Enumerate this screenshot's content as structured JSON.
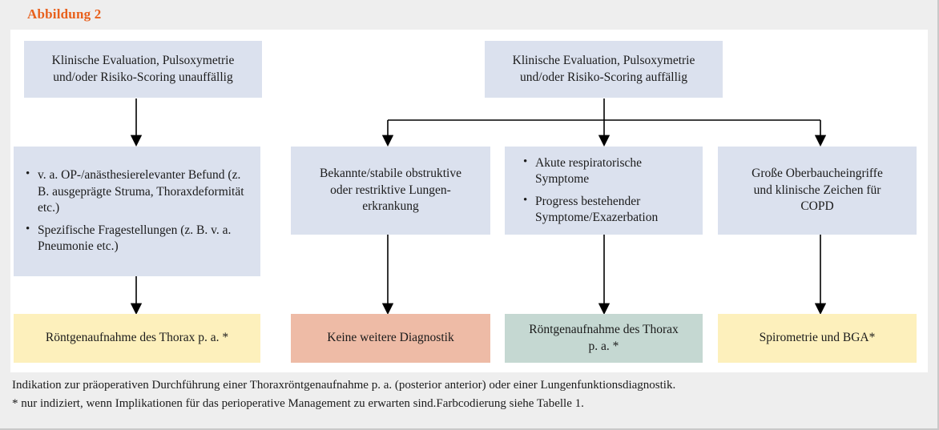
{
  "figure": {
    "title": "Abbildung 2",
    "title_color": "#e8601c"
  },
  "colors": {
    "blue": "#dbe1ee",
    "yellow": "#fdf0bc",
    "salmon": "#eebba6",
    "teal": "#c5d8d2",
    "page_background": "#eeeeee",
    "canvas": "#ffffff",
    "arrow": "#000000"
  },
  "nodes": {
    "root_left": {
      "line1": "Klinische Evaluation, Pulsoxymetrie",
      "line2": "und/oder Risiko-Scoring unauffällig",
      "color": "blue"
    },
    "root_right": {
      "line1": "Klinische Evaluation, Pulsoxymetrie",
      "line2": "und/oder Risiko-Scoring auffällig",
      "color": "blue"
    },
    "mid1": {
      "color": "blue",
      "bullets": [
        "v. a. OP-/anästhesierelevanter Befund (z. B. ausgeprägte Struma, Thoraxdeformität etc.)",
        "Spezifische Fragestellungen (z. B. v. a. Pneumonie etc.)"
      ]
    },
    "mid2": {
      "color": "blue",
      "line1": "Bekannte/stabile obstruktive",
      "line2": "oder restriktive Lungen-",
      "line3": "erkrankung"
    },
    "mid3": {
      "color": "blue",
      "bullets": [
        "Akute respiratorische Symptome",
        "Progress bestehender Symptome/Exazerbation"
      ]
    },
    "mid4": {
      "color": "blue",
      "line1": "Große Oberbaucheingriffe",
      "line2": "und klinische Zeichen für",
      "line3": "COPD"
    },
    "out1": {
      "color": "yellow",
      "label": "Röntgenaufnahme des Thorax p. a. *"
    },
    "out2": {
      "color": "salmon",
      "label": "Keine weitere Diagnostik"
    },
    "out3": {
      "color": "teal",
      "line1": "Röntgenaufnahme des Thorax",
      "line2": "p. a. *"
    },
    "out4": {
      "color": "yellow",
      "label": "Spirometrie und BGA*"
    }
  },
  "caption": {
    "line1": "Indikation zur präoperativen Durchführung einer Thoraxröntgenaufnahme p. a. (posterior anterior) oder einer Lungenfunktionsdiagnostik.",
    "line2": "* nur indiziert, wenn Implikationen für das perioperative Management zu erwarten sind.Farbcodierung siehe Tabelle 1."
  }
}
